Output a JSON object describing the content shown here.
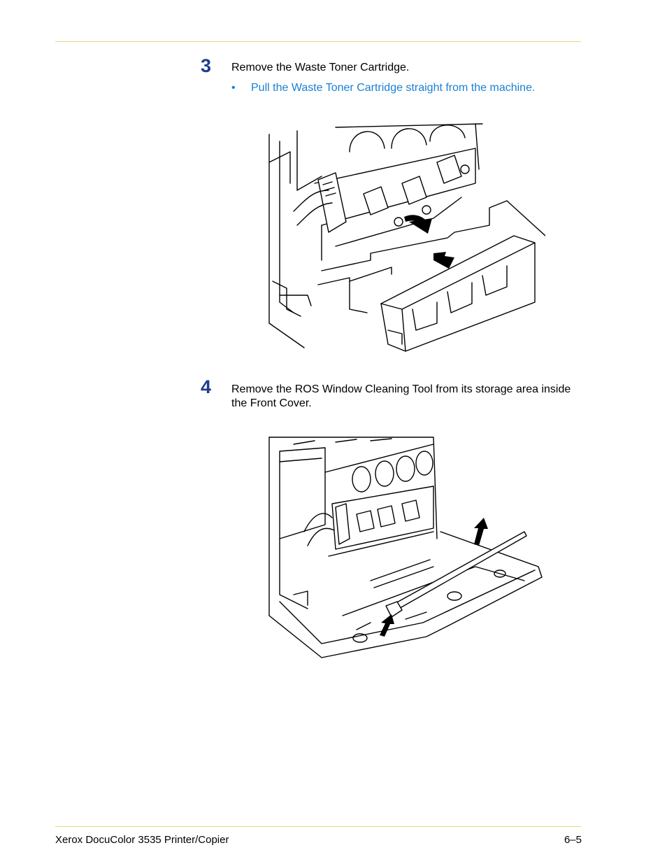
{
  "steps": [
    {
      "number": "3",
      "text": "Remove the Waste Toner Cartridge.",
      "bullet_mark": "•",
      "bullet": "Pull the Waste Toner Cartridge straight from the machine."
    },
    {
      "number": "4",
      "text": "Remove the ROS Window Cleaning Tool from its storage area inside the Front Cover."
    }
  ],
  "footer": {
    "product": "Xerox DocuColor 3535 Printer/Copier",
    "page": "6–5"
  },
  "colors": {
    "step_number": "#1f3c8f",
    "bullet_text": "#1a7fd4",
    "rule": "#e6d97a"
  }
}
